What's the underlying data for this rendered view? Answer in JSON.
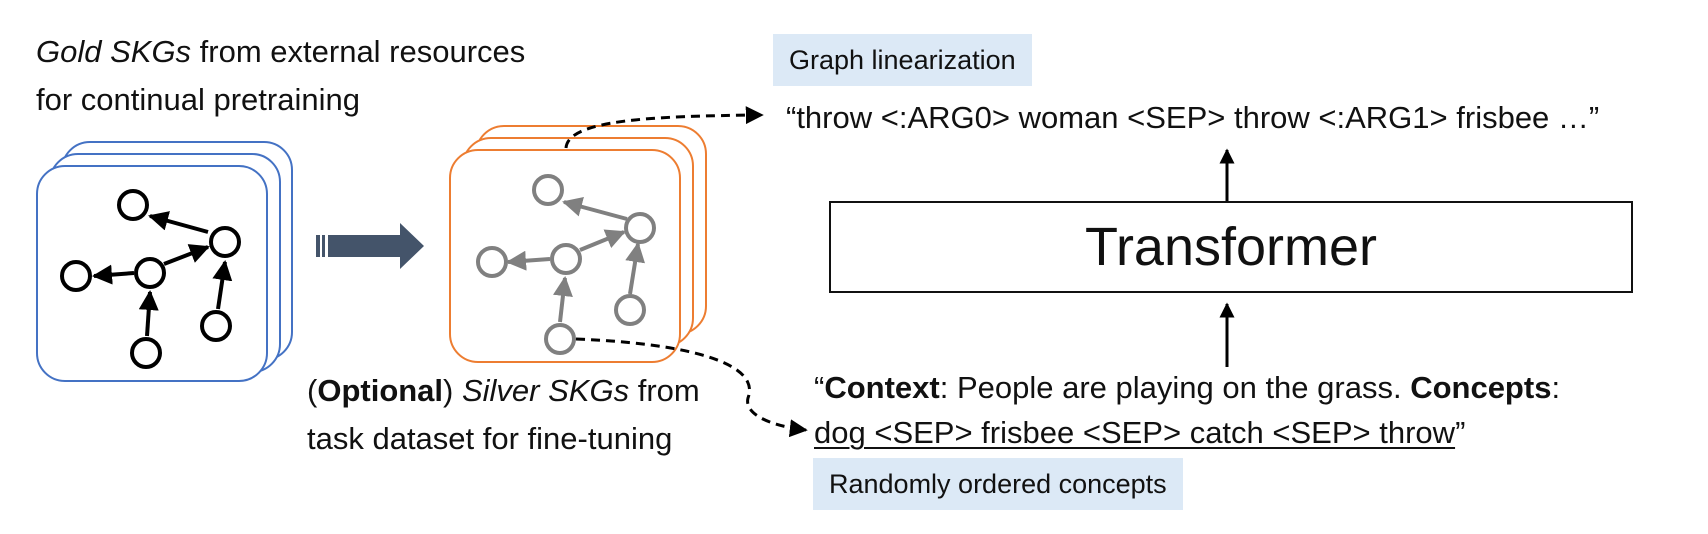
{
  "gold": {
    "title_italic": "Gold SKGs",
    "title_rest": " from external resources",
    "title_line2": "for continual pretraining",
    "color": "#4472c4"
  },
  "silver": {
    "prefix_open": "(",
    "optional": "Optional",
    "prefix_close": ") ",
    "title_italic": "Silver SKGs",
    "title_rest": " from",
    "title_line2": "task dataset for fine-tuning",
    "color": "#ed7d31"
  },
  "linearization": {
    "tag": "Graph linearization",
    "text": "“throw <:ARG0> woman <SEP> throw <:ARG1> frisbee …”"
  },
  "transformer": {
    "label": "Transformer"
  },
  "input": {
    "open_quote": "“",
    "context_label": "Context",
    "context_text": ": People are playing on the grass. ",
    "concepts_label": "Concepts",
    "colon": ":",
    "concepts_list": "dog <SEP> frisbee <SEP> catch <SEP> throw",
    "close_quote": "”",
    "tag": "Randomly ordered concepts"
  },
  "colors": {
    "arrow": "#44546a",
    "tag_bg": "#dce9f6",
    "node_gray": "#808080"
  }
}
